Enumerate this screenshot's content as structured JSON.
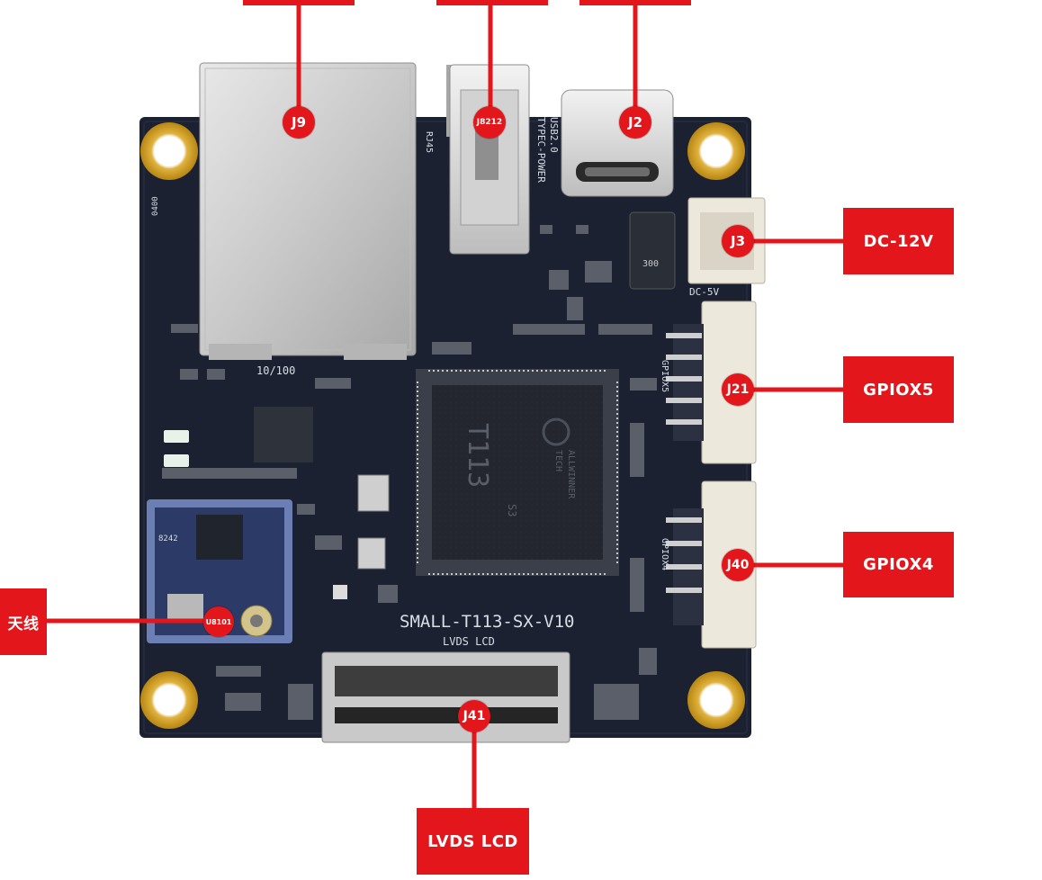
{
  "labels": {
    "dc12v": "DC-12V",
    "gpiox5": "GPIOX5",
    "gpiox4": "GPIOX4",
    "lvds_lcd": "LVDS LCD",
    "antenna": "天线"
  },
  "connectors": {
    "j9": "J9",
    "j8212": "J8212",
    "j2": "J2",
    "j3": "J3",
    "j21": "J21",
    "j40": "J40",
    "j41": "J41",
    "u8101": "U8101"
  },
  "silkscreen": {
    "board_name": "SMALL-T113-SX-V10",
    "lvds": "LVDS LCD",
    "eth_speed": "10/100",
    "typec": "TYPEC-POWER",
    "usb": "USB2.0",
    "dc5v": "DC-5V",
    "gpiox5": "GPIOX5",
    "gpiox4": "GPIOX4",
    "chip_model": "T113",
    "chip_suffix": "S3",
    "brand": "ALLWINNER",
    "brand2": "TECH",
    "wifi": "8242",
    "rj45": "RJ45",
    "inductor": "300",
    "serial": "0400"
  },
  "colors": {
    "accent": "#e3161b",
    "pcb": "#1b2130",
    "gold": "#d9a62b"
  }
}
